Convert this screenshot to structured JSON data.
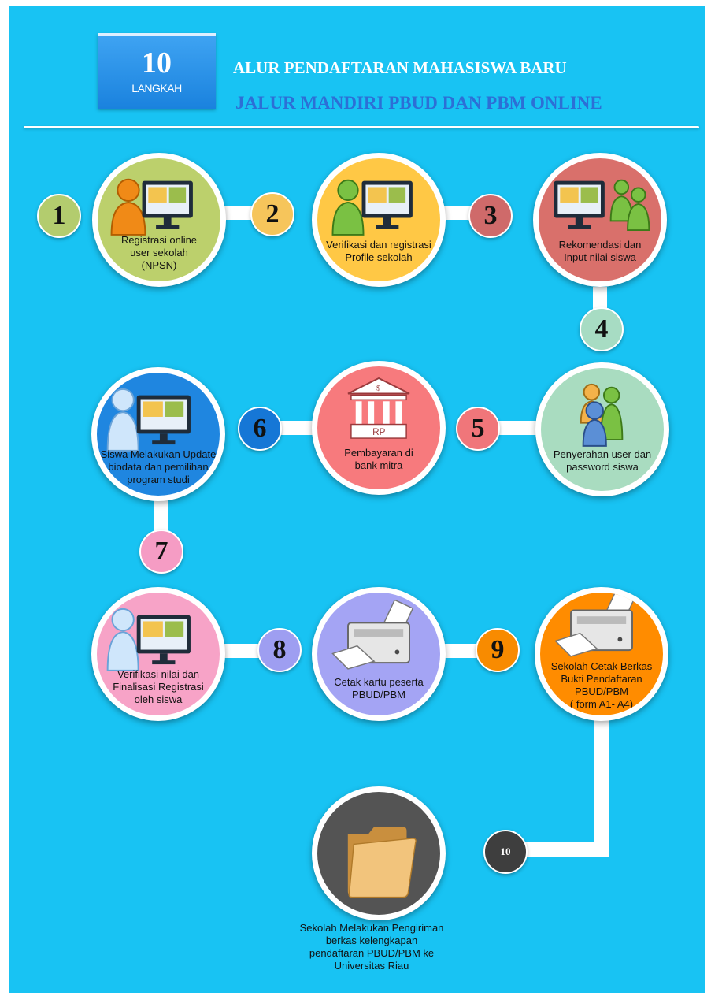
{
  "header": {
    "badge_number": "10",
    "badge_text": "LANGKAH",
    "title_line1": "ALUR PENDAFTARAN MAHASISWA BARU",
    "title_line2": "JALUR MANDIRI PBUD DAN PBM ONLINE"
  },
  "steps": [
    {
      "number": "1",
      "lines": [
        "Registrasi online",
        "user sekolah",
        "(NPSN)"
      ],
      "icon": "person-computer-icon",
      "color": "#bcd06c",
      "num_color": "#b3cc6e"
    },
    {
      "number": "2",
      "lines": [
        "Verifikasi dan registrasi",
        "Profile sekolah"
      ],
      "icon": "person-computer-icon",
      "color": "#ffc845",
      "num_color": "#f6c55b"
    },
    {
      "number": "3",
      "lines": [
        "Rekomendasi dan",
        "Input nilai siswa"
      ],
      "icon": "computer-group-icon",
      "color": "#d9706b",
      "num_color": "#cf6a6a"
    },
    {
      "number": "4",
      "lines": [
        "Penyerahan user dan",
        "password siswa"
      ],
      "icon": "user-group-icon",
      "color": "#a9dcc0",
      "num_color": "#a7dcc3"
    },
    {
      "number": "5",
      "lines": [
        "Pembayaran di",
        "bank mitra"
      ],
      "icon": "bank-icon",
      "color": "#f77a7d",
      "num_color": "#f0767a"
    },
    {
      "number": "6",
      "lines": [
        "Siswa Melakukan Update",
        "biodata dan pemilihan",
        "program studi"
      ],
      "icon": "student-computer-icon",
      "color": "#1f86e0",
      "num_color": "#1677d6"
    },
    {
      "number": "7",
      "lines": [
        "Verifikasi nilai dan",
        "Finalisasi Registrasi",
        "oleh siswa"
      ],
      "icon": "student-computer-icon",
      "color": "#f7a3c7",
      "num_color": "#f59cc4"
    },
    {
      "number": "8",
      "lines": [
        "Cetak kartu peserta",
        "PBUD/PBM"
      ],
      "icon": "printer-icon",
      "color": "#a4a4f4",
      "num_color": "#9e9ef1"
    },
    {
      "number": "9",
      "lines": [
        "Sekolah Cetak Berkas",
        "Bukti Pendaftaran",
        "PBUD/PBM",
        "( form A1- A4)"
      ],
      "icon": "printer-icon",
      "color": "#ff8c00",
      "num_color": "#f88b00"
    },
    {
      "number": "10",
      "lines": [
        "Sekolah Melakukan Pengiriman",
        "berkas kelengkapan",
        "pendaftaran PBUD/PBM ke",
        "Universitas Riau"
      ],
      "icon": "folder-icon",
      "color": "#545454",
      "num_color": "#3e3e3e"
    }
  ]
}
